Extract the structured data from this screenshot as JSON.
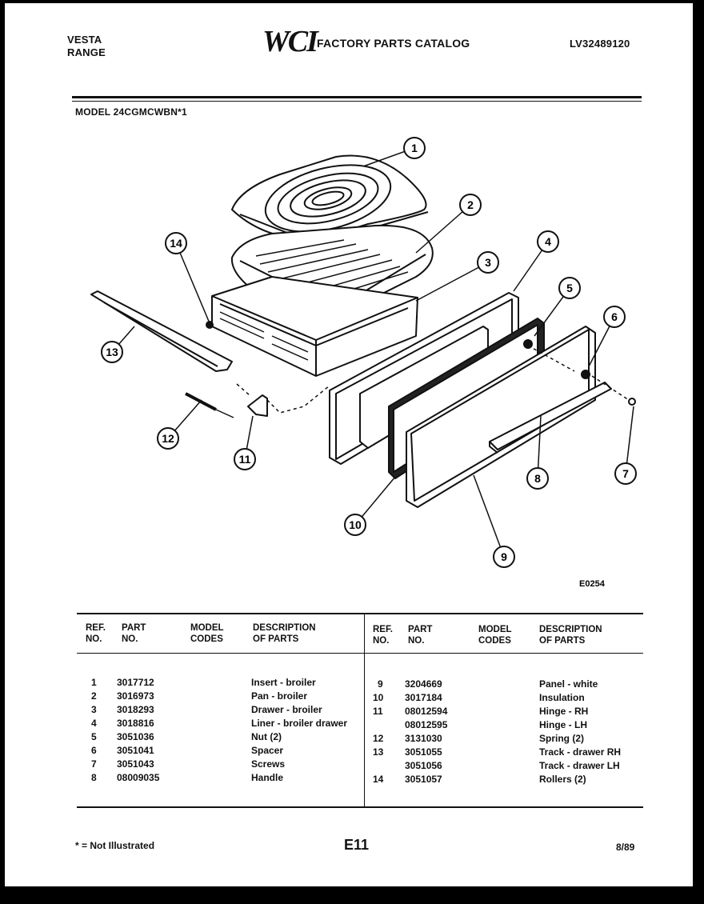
{
  "header": {
    "brand_line1": "VESTA",
    "brand_line2": "RANGE",
    "logo": "WCI",
    "catalog_title": "FACTORY PARTS CATALOG",
    "catalog_number": "LV32489120",
    "model_line": "MODEL 24CGMCWBN*1"
  },
  "diagram": {
    "figure_code": "E0254",
    "callouts": [
      "1",
      "2",
      "3",
      "4",
      "5",
      "6",
      "7",
      "8",
      "9",
      "10",
      "11",
      "12",
      "13",
      "14"
    ]
  },
  "table": {
    "headers": {
      "ref": [
        "REF.",
        "NO."
      ],
      "part": [
        "PART",
        "NO."
      ],
      "model": [
        "MODEL",
        "CODES"
      ],
      "desc": [
        "DESCRIPTION",
        "OF PARTS"
      ]
    },
    "left_rows": [
      {
        "ref": "1",
        "part": "3017712",
        "desc": "Insert - broiler"
      },
      {
        "ref": "2",
        "part": "3016973",
        "desc": "Pan - broiler"
      },
      {
        "ref": "3",
        "part": "3018293",
        "desc": "Drawer - broiler"
      },
      {
        "ref": "4",
        "part": "3018816",
        "desc": "Liner - broiler drawer"
      },
      {
        "ref": "5",
        "part": "3051036",
        "desc": "Nut (2)"
      },
      {
        "ref": "6",
        "part": "3051041",
        "desc": "Spacer"
      },
      {
        "ref": "7",
        "part": "3051043",
        "desc": "Screws"
      },
      {
        "ref": "8",
        "part": "08009035",
        "desc": "Handle"
      }
    ],
    "right_rows": [
      {
        "ref": "9",
        "part": "3204669",
        "desc": "Panel - white"
      },
      {
        "ref": "10",
        "part": "3017184",
        "desc": "Insulation"
      },
      {
        "ref": "11",
        "part": "08012594",
        "desc": "Hinge - RH"
      },
      {
        "ref": "",
        "part": "08012595",
        "desc": "Hinge - LH"
      },
      {
        "ref": "12",
        "part": "3131030",
        "desc": "Spring (2)"
      },
      {
        "ref": "13",
        "part": "3051055",
        "desc": "Track - drawer RH"
      },
      {
        "ref": "",
        "part": "3051056",
        "desc": "Track - drawer LH"
      },
      {
        "ref": "14",
        "part": "3051057",
        "desc": "Rollers (2)"
      }
    ]
  },
  "footer": {
    "note": "* = Not Illustrated",
    "page_code": "E11",
    "date": "8/89"
  }
}
